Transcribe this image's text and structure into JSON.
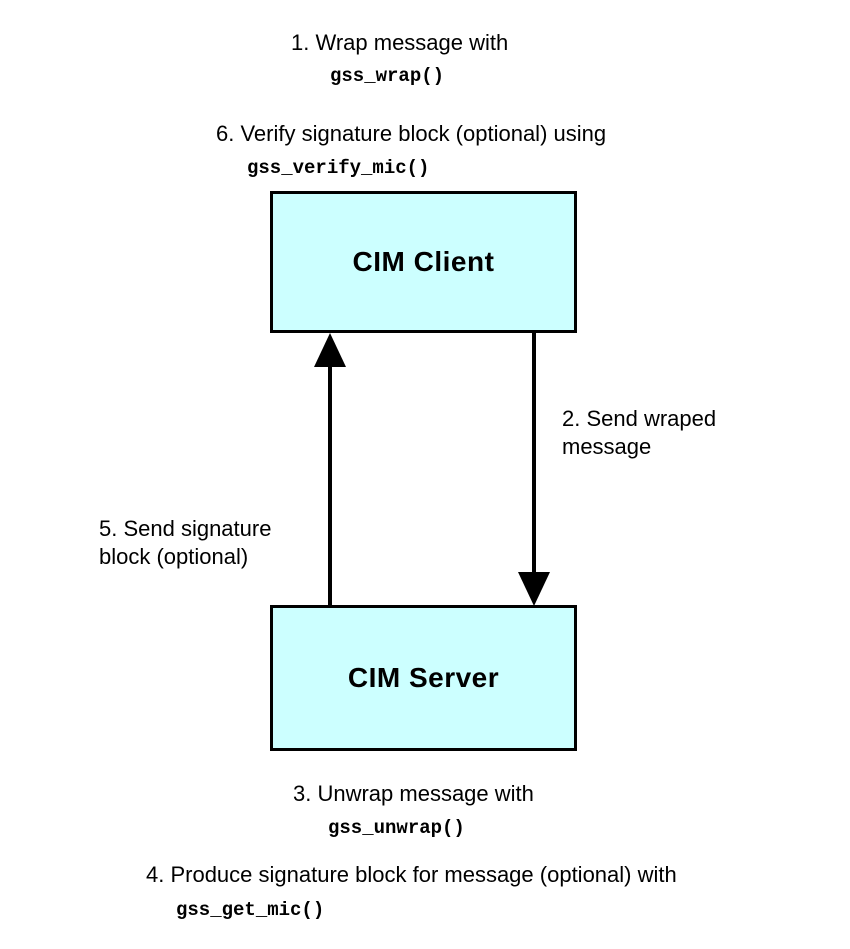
{
  "diagram": {
    "title": "CIM Client / CIM Server GSSAPI message exchange",
    "background_color": "#ffffff",
    "node_fill_color": "#ccffff",
    "node_border_color": "#000000",
    "connector_color": "#000000"
  },
  "nodes": {
    "client": {
      "label": "CIM Client"
    },
    "server": {
      "label": "CIM Server"
    }
  },
  "steps": {
    "step1": {
      "number": "1.",
      "text": "1. Wrap message with",
      "function": "gss_wrap()"
    },
    "step6": {
      "number": "6.",
      "text": "6. Verify signature block (optional) using",
      "function": "gss_verify_mic()"
    },
    "step2": {
      "number": "2.",
      "line1": "2. Send wraped",
      "line2": "message"
    },
    "step5": {
      "number": "5.",
      "line1": "5. Send signature",
      "line2": "block (optional)"
    },
    "step3": {
      "number": "3.",
      "text": "3. Unwrap message with",
      "function": "gss_unwrap()"
    },
    "step4": {
      "number": "4.",
      "text": "4. Produce signature block for message (optional) with",
      "function": "gss_get_mic()"
    }
  },
  "connectors": {
    "client_to_server": {
      "label": "2. Send wraped message",
      "direction": "down",
      "from": "CIM Client",
      "to": "CIM Server"
    },
    "server_to_client": {
      "label": "5. Send signature block (optional)",
      "direction": "up",
      "from": "CIM Server",
      "to": "CIM Client"
    }
  }
}
